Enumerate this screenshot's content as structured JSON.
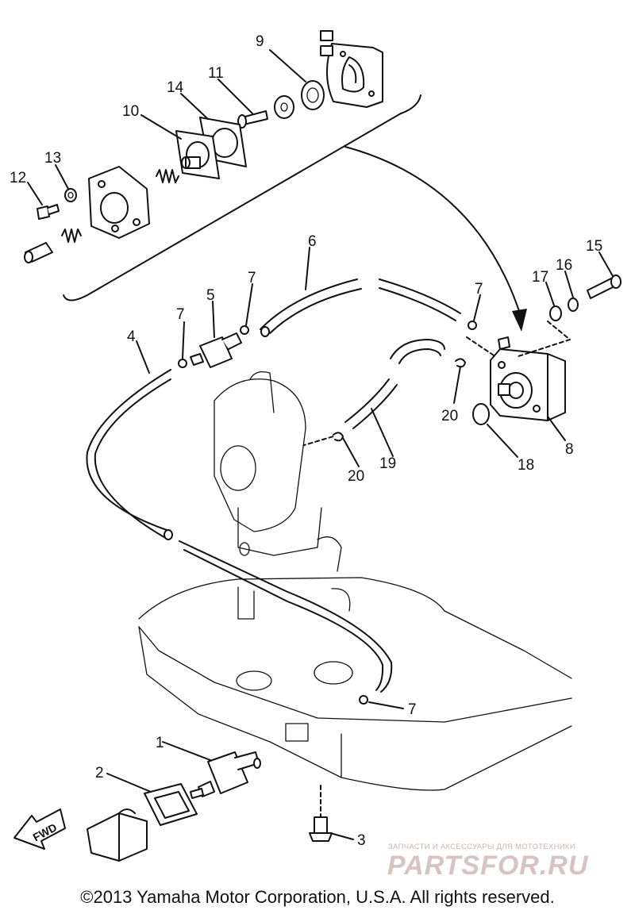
{
  "diagram": {
    "callouts": [
      {
        "id": "p1",
        "label": "1"
      },
      {
        "id": "p2",
        "label": "2"
      },
      {
        "id": "p3",
        "label": "3"
      },
      {
        "id": "p4",
        "label": "4"
      },
      {
        "id": "p5",
        "label": "5"
      },
      {
        "id": "p6",
        "label": "6"
      },
      {
        "id": "p7a",
        "label": "7"
      },
      {
        "id": "p7b",
        "label": "7"
      },
      {
        "id": "p7c",
        "label": "7"
      },
      {
        "id": "p7d",
        "label": "7"
      },
      {
        "id": "p8",
        "label": "8"
      },
      {
        "id": "p9",
        "label": "9"
      },
      {
        "id": "p10",
        "label": "10"
      },
      {
        "id": "p11",
        "label": "11"
      },
      {
        "id": "p12",
        "label": "12"
      },
      {
        "id": "p13",
        "label": "13"
      },
      {
        "id": "p14",
        "label": "14"
      },
      {
        "id": "p15",
        "label": "15"
      },
      {
        "id": "p16",
        "label": "16"
      },
      {
        "id": "p17",
        "label": "17"
      },
      {
        "id": "p18",
        "label": "18"
      },
      {
        "id": "p19",
        "label": "19"
      },
      {
        "id": "p20a",
        "label": "20"
      },
      {
        "id": "p20b",
        "label": "20"
      }
    ],
    "fwd_label": "FWD",
    "copyright": "©2013 Yamaha Motor Corporation, U.S.A. All rights reserved.",
    "watermark": {
      "subtitle": "ЗАПЧАСТИ И АКСЕССУАРЫ ДЛЯ МОТОТЕХНИКИ",
      "logo": "PARTSFOR.RU"
    }
  }
}
